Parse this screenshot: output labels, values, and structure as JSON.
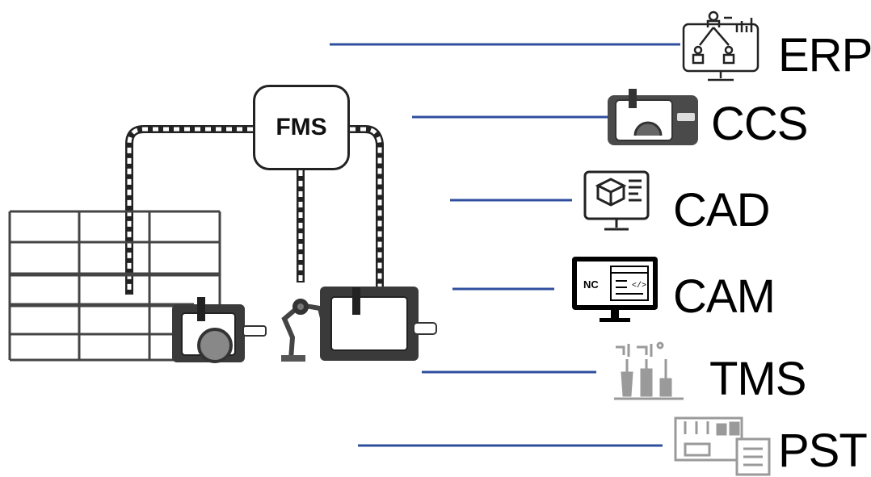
{
  "central_node": {
    "label": "FMS"
  },
  "systems": [
    {
      "label": "ERP",
      "icon": "org-chart-monitor-icon"
    },
    {
      "label": "CCS",
      "icon": "machine-control-icon"
    },
    {
      "label": "CAD",
      "icon": "cad-monitor-icon"
    },
    {
      "label": "CAM",
      "icon": "nc-code-monitor-icon"
    },
    {
      "label": "TMS",
      "icon": "tool-management-icon"
    },
    {
      "label": "PST",
      "icon": "production-scheduling-icon"
    }
  ],
  "colors": {
    "connector_line": "#2f4f9e",
    "stroke": "#222222",
    "icon_faded": "#9a9a9a"
  }
}
